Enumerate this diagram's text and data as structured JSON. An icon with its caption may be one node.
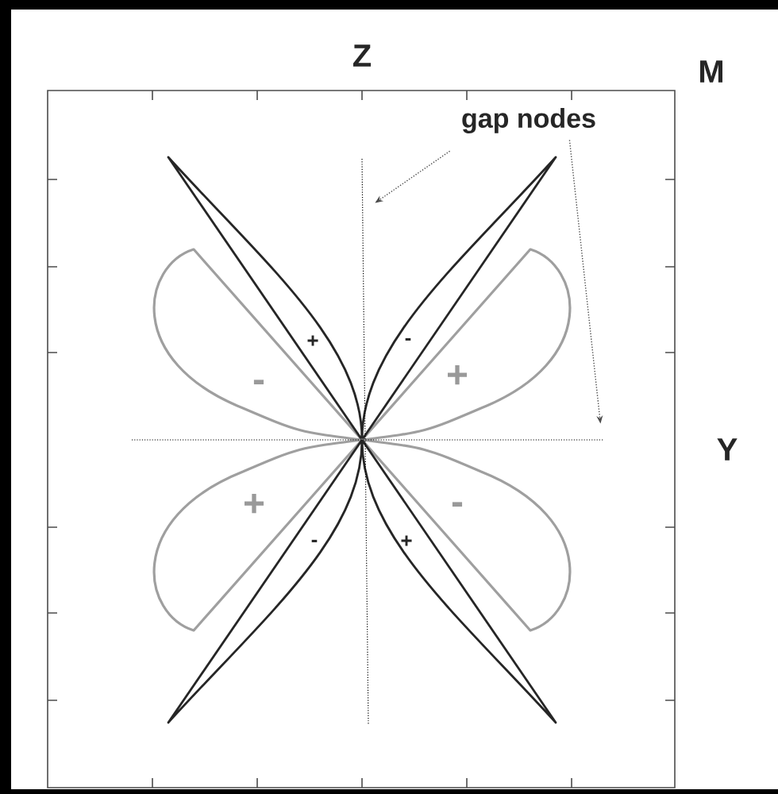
{
  "diagram": {
    "nodes": [
      {
        "text": [
          "gap nodes"
        ]
      },
      {
        "text": [],
        "shape": "line"
      },
      {
        "text": [],
        "shape": "line"
      }
    ],
    "edges": [
      {
        "from": 0,
        "to": 1,
        "arrow": "to",
        "style": "dashed"
      },
      {
        "from": 0,
        "to": 2,
        "arrow": "to",
        "style": "dashed"
      }
    ],
    "labels": [
      "Z",
      "M",
      "+",
      "-",
      "-",
      "+",
      "Y",
      "+",
      "-",
      "-",
      "+"
    ]
  }
}
